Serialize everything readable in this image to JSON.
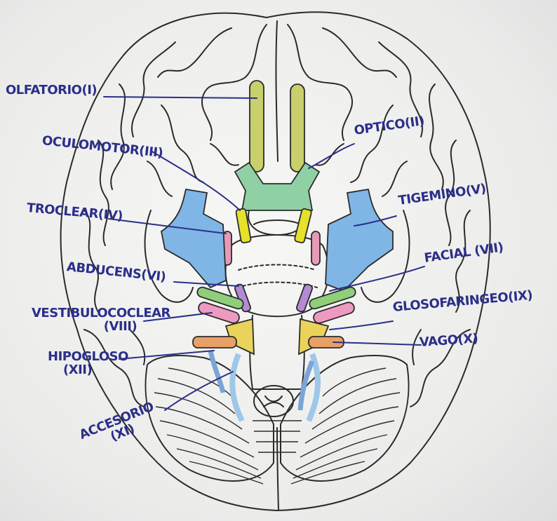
{
  "labels": {
    "olfatorio": "OLFATORIO(I)",
    "optico": "OPTICO(II)",
    "oculomotor": "OCULOMOTOR(III)",
    "troclear": "TROCLEAR(IV)",
    "trigemino": "TIGEMINO(V)",
    "abducens": "ABDUCENS(VI)",
    "facial": "FACIAL (VII)",
    "vestibulococlear_1": "VESTIBULOCOCLEAR",
    "vestibulococlear_2": "(VIII)",
    "glosofaringeo": "GLOSOFARINGEO(IX)",
    "vago": "VAGO(X)",
    "hipogloso_1": "HIPOGLOSO",
    "hipogloso_2": "(XII)",
    "accesorio_1": "ACCESORIO",
    "accesorio_2": "(XI)"
  },
  "colors": {
    "ink": "#2a2f8a",
    "olfactory": "#c9cf6a",
    "optic": "#8fd1a5",
    "oculomotor": "#e6e12a",
    "trochlear": "#e59ab8",
    "trigeminal": "#7fb6e6",
    "abducens": "#b48ad4",
    "facial": "#8fcf7a",
    "vestibulocochlear": "#ee9ac0",
    "glossopharyngeal": "#ead35a",
    "vagus": "#e7a066",
    "accessory": "#9ec7e8",
    "hypoglossal": "#7ba5d6"
  }
}
